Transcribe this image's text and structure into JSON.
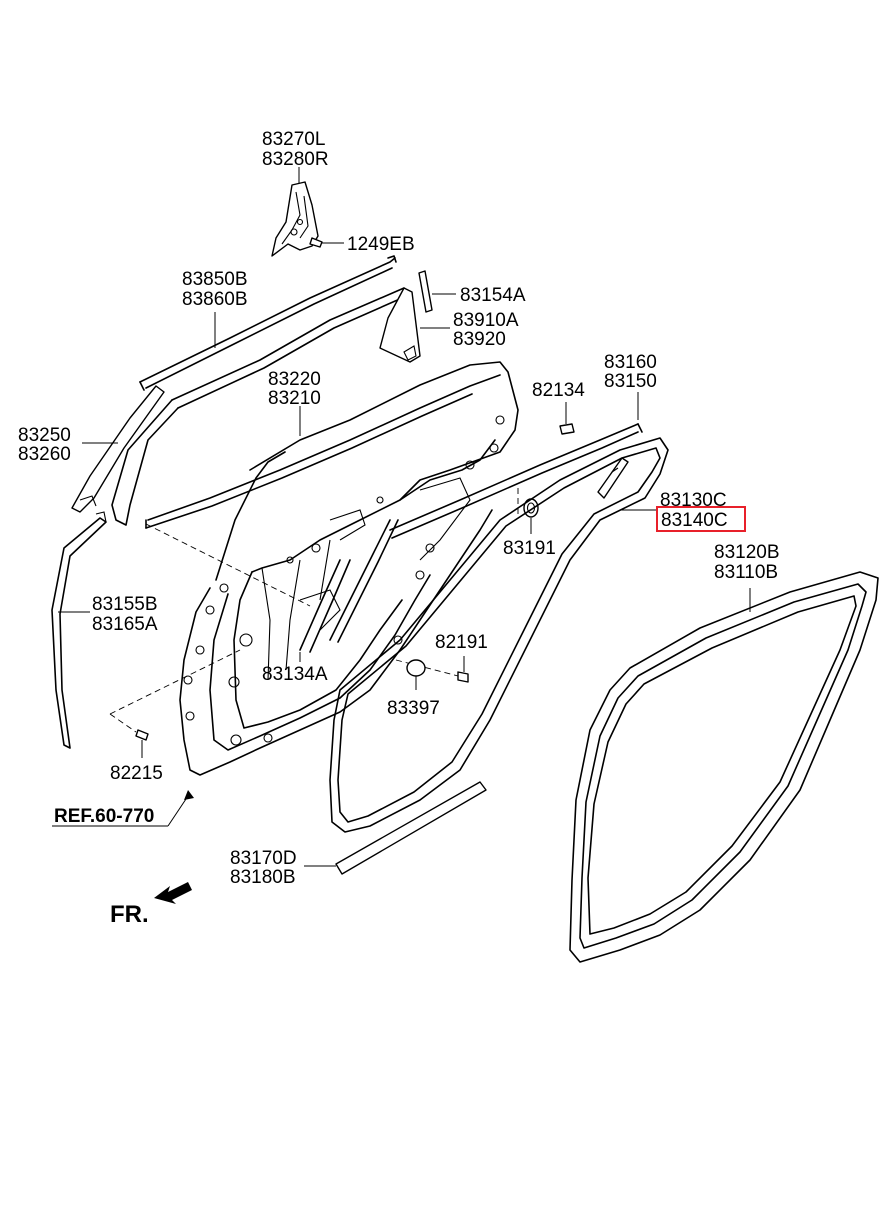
{
  "labels": {
    "p83270L": "83270L",
    "p83280R": "83280R",
    "p1249EB": "1249EB",
    "p83850B": "83850B",
    "p83860B": "83860B",
    "p83154A": "83154A",
    "p83910A": "83910A",
    "p83920": "83920",
    "p83220": "83220",
    "p83210": "83210",
    "p82134": "82134",
    "p83160": "83160",
    "p83150": "83150",
    "p83250": "83250",
    "p83260": "83260",
    "p83130C": "83130C",
    "p83140C": "83140C",
    "p83191": "83191",
    "p83120B": "83120B",
    "p83110B": "83110B",
    "p83155B": "83155B",
    "p83165A": "83165A",
    "p82191": "82191",
    "p83134A": "83134A",
    "p83397": "83397",
    "p82215": "82215",
    "ref": "REF.60-770",
    "p83170D": "83170D",
    "p83180B": "83180B",
    "fr": "FR."
  },
  "highlight": {
    "label": "83140C",
    "color": "#e8202a"
  }
}
